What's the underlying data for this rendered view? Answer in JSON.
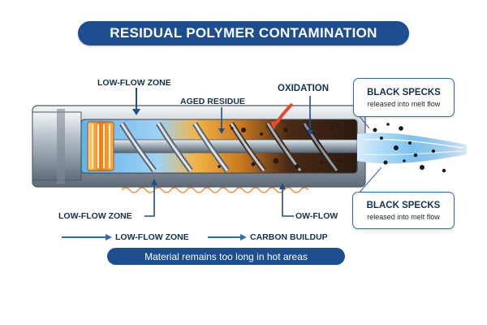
{
  "title": "RESIDUAL POLYMER CONTAMINATION",
  "labels": {
    "low_flow_top": "LOW-FLOW ZONE",
    "aged_residue": "AGED RESIDUE",
    "oxidation": "OXIDATION",
    "low_flow_bottom_left": "LOW-FLOW ZONE",
    "ow_flow": "OW-FLOW",
    "low_flow_row": "LOW-FLOW ZONE",
    "carbon_buildup": "CARBON BUILDUP"
  },
  "callouts": {
    "top": {
      "head": "BLACK SPECKS",
      "sub": "released into melt flow"
    },
    "bottom": {
      "head": "BLACK SPECKS",
      "sub": "released into melt flow"
    }
  },
  "footer": "Material remains too long in hot areas",
  "colors": {
    "accent_blue": "#1d4e8f",
    "heater_orange": "#f07a1a",
    "residue_brown": "#6b3a1a",
    "melt_blue": "#59aee6"
  },
  "icons": [
    "down-arrow-icon",
    "up-arrow-icon",
    "curved-arrow-icon",
    "right-arrow-icon"
  ]
}
